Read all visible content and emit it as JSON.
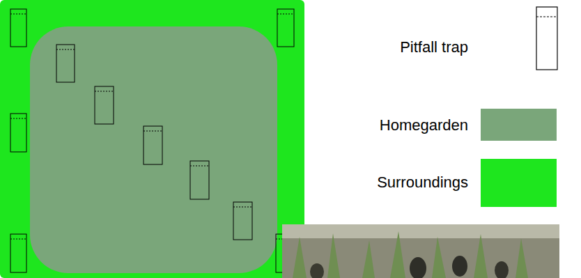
{
  "diagram": {
    "legend": [
      {
        "text": "Pitfall trap"
      },
      {
        "text": "Homegarden",
        "color": "#7aa67a"
      },
      {
        "text": "Surroundings",
        "color": "#1ee61e"
      }
    ]
  }
}
